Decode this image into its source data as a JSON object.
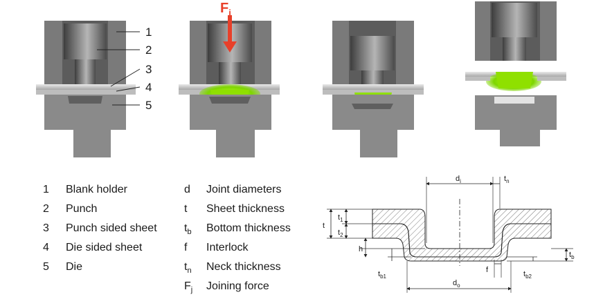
{
  "force_label": {
    "main": "F",
    "sub": "j"
  },
  "stage_callouts": [
    "1",
    "2",
    "3",
    "4",
    "5"
  ],
  "legend_left": [
    {
      "num": "1",
      "label": "Blank holder"
    },
    {
      "num": "2",
      "label": "Punch"
    },
    {
      "num": "3",
      "label": "Punch sided sheet"
    },
    {
      "num": "4",
      "label": "Die sided sheet"
    },
    {
      "num": "5",
      "label": "Die"
    }
  ],
  "legend_right": [
    {
      "sym": "d",
      "sub": "",
      "label": "Joint diameters"
    },
    {
      "sym": "t",
      "sub": "",
      "label": "Sheet thickness"
    },
    {
      "sym": "t",
      "sub": "b",
      "label": "Bottom thickness"
    },
    {
      "sym": "f",
      "sub": "",
      "label": "Interlock"
    },
    {
      "sym": "t",
      "sub": "n",
      "label": "Neck thickness"
    },
    {
      "sym": "F",
      "sub": "j",
      "label": "Joining force"
    }
  ],
  "dimensions": {
    "di": {
      "main": "d",
      "sub": "i"
    },
    "tn": {
      "main": "t",
      "sub": "n"
    },
    "t": {
      "main": "t",
      "sub": ""
    },
    "t1": {
      "main": "t",
      "sub": "1"
    },
    "t2": {
      "main": "t",
      "sub": "2"
    },
    "h": {
      "main": "h",
      "sub": ""
    },
    "tb1": {
      "main": "t",
      "sub": "b1"
    },
    "f": {
      "main": "f",
      "sub": ""
    },
    "tb2": {
      "main": "t",
      "sub": "b2"
    },
    "tb": {
      "main": "t",
      "sub": "b"
    },
    "do": {
      "main": "d",
      "sub": "o"
    }
  },
  "colors": {
    "tool_dark": "#6f6f6f",
    "tool_mid": "#9a9a9a",
    "tool_light": "#c8c8c8",
    "sheet": "#d9d9d9",
    "joint_green": "#8fe000",
    "force_red": "#e8402a"
  }
}
